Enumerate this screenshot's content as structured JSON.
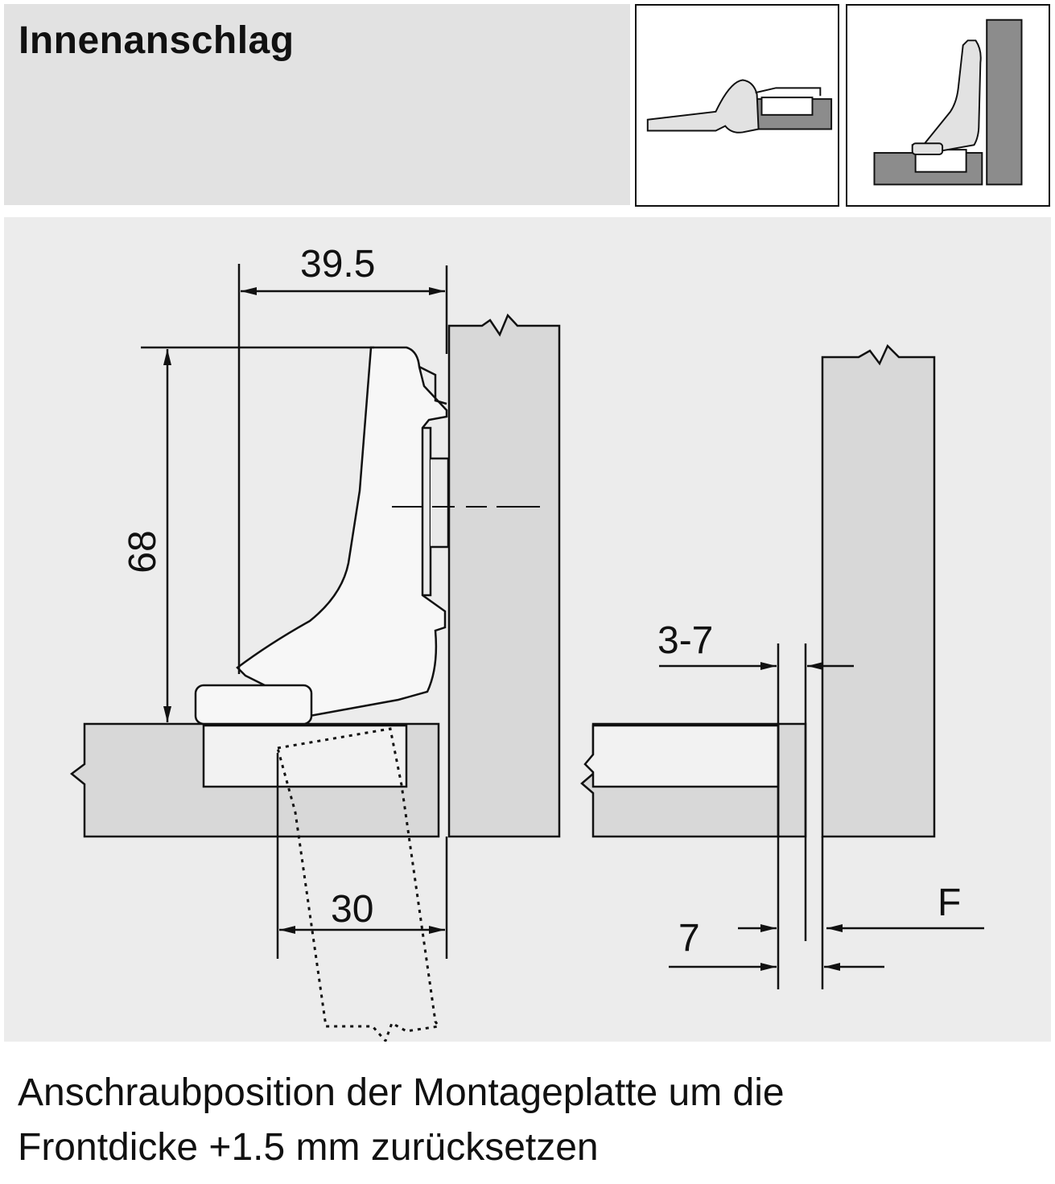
{
  "header": {
    "title": "Innenanschlag"
  },
  "icons": {
    "left": "hinge-top-view-icon",
    "right": "hinge-side-view-icon"
  },
  "diagram": {
    "dimensions": {
      "width_top": "39.5",
      "height": "68",
      "plate_offset": "30",
      "gap_range": "3-7",
      "inset": "7",
      "front": "F"
    }
  },
  "caption": {
    "line1": "Anschraubposition der Montageplatte um die",
    "line2": "Frontdicke +1.5 mm zurücksetzen"
  },
  "colors": {
    "panel_background": "#ececec",
    "header_background": "#e2e2e2",
    "material_fill": "#d8d8d8",
    "icon_dark_fill": "#8c8c8c",
    "line": "#111111"
  }
}
